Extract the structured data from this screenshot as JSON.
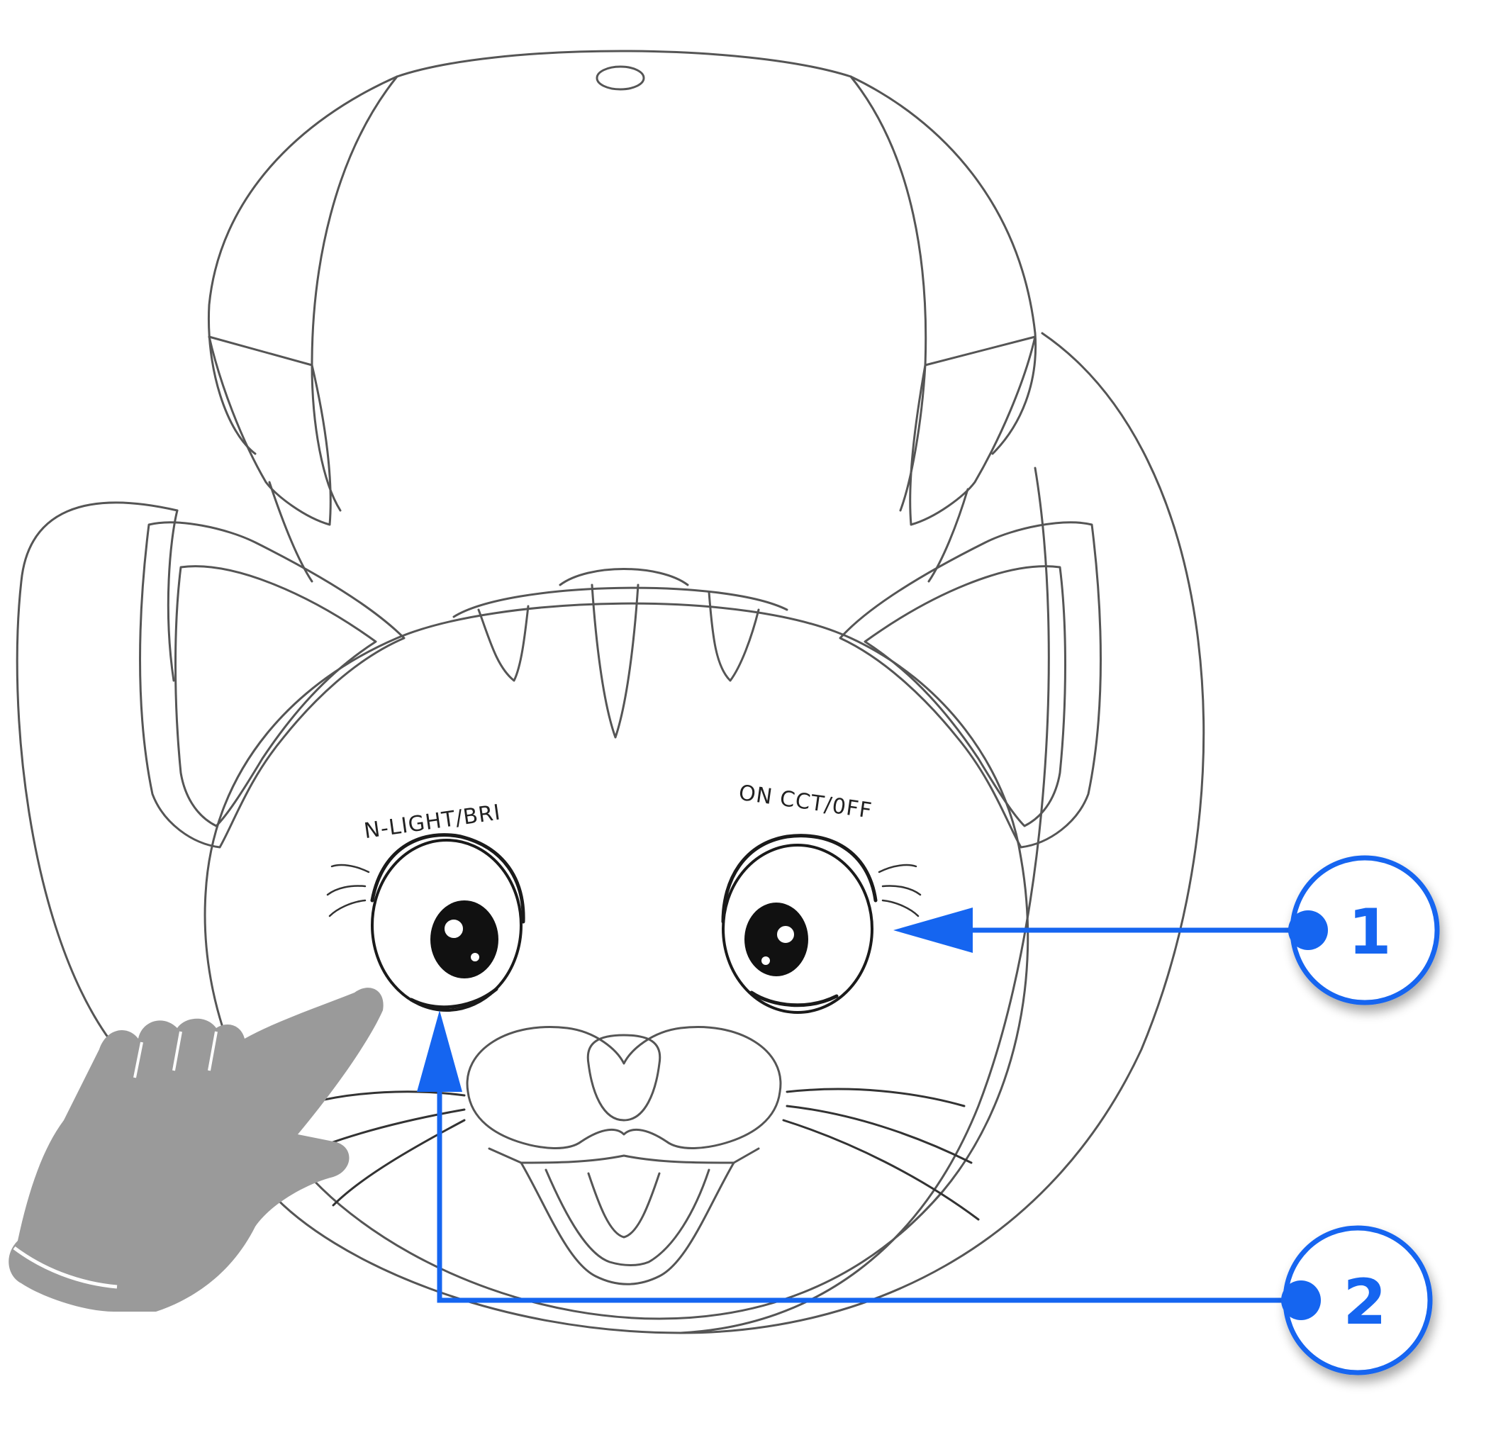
{
  "labels": {
    "left_button": "N-LIGHT/BRI",
    "right_button": "ON CCT/0FF"
  },
  "callouts": [
    {
      "number": "1"
    },
    {
      "number": "2"
    }
  ],
  "colors": {
    "callout_blue": "#1565f0",
    "outline_gray": "#555555",
    "hand_gray": "#9a9a9a"
  },
  "icons": {
    "hand": "pointing-hand-icon"
  }
}
